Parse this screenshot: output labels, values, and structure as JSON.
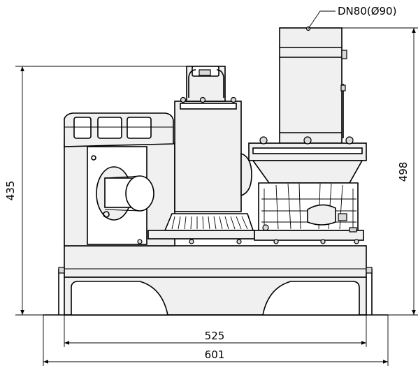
{
  "labels": {
    "outlet": "DN80(Ø90)",
    "height_left": "435",
    "height_right": "498",
    "width_inner": "525",
    "width_outer": "601"
  }
}
